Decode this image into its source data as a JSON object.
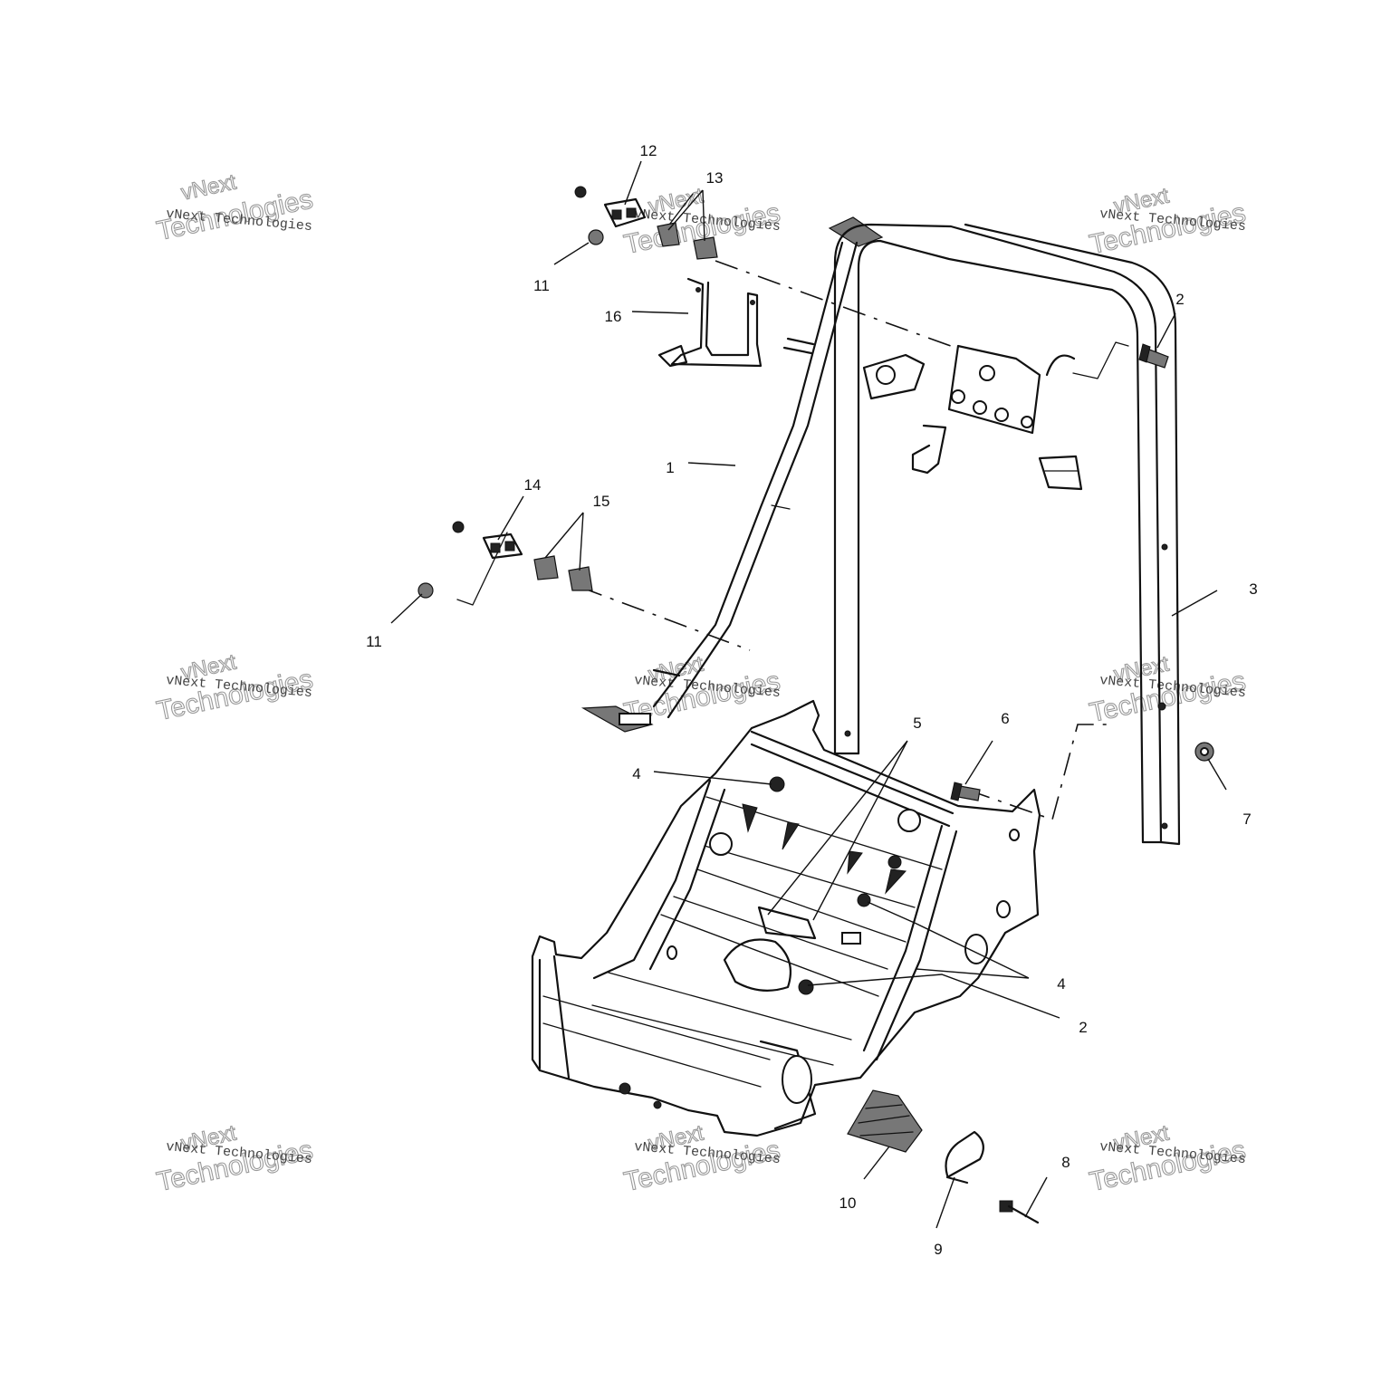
{
  "diagram": {
    "callouts": [
      {
        "id": "c1",
        "label": "1"
      },
      {
        "id": "c2a",
        "label": "2"
      },
      {
        "id": "c2b",
        "label": "2"
      },
      {
        "id": "c3",
        "label": "3"
      },
      {
        "id": "c4a",
        "label": "4"
      },
      {
        "id": "c4b",
        "label": "4"
      },
      {
        "id": "c5",
        "label": "5"
      },
      {
        "id": "c6",
        "label": "6"
      },
      {
        "id": "c7",
        "label": "7"
      },
      {
        "id": "c8",
        "label": "8"
      },
      {
        "id": "c9",
        "label": "9"
      },
      {
        "id": "c10",
        "label": "10"
      },
      {
        "id": "c11a",
        "label": "11"
      },
      {
        "id": "c11b",
        "label": "11"
      },
      {
        "id": "c12",
        "label": "12"
      },
      {
        "id": "c13",
        "label": "13"
      },
      {
        "id": "c14",
        "label": "14"
      },
      {
        "id": "c15",
        "label": "15"
      },
      {
        "id": "c16",
        "label": "16"
      }
    ]
  },
  "watermark": {
    "line1": "vNext",
    "line2": "vNext Technologies",
    "line3": "Technologies"
  }
}
